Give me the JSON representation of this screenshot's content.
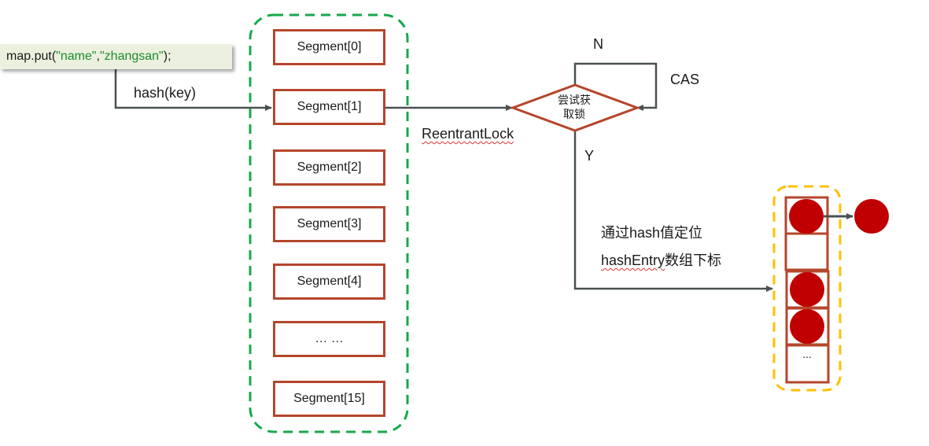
{
  "code": {
    "prefix": "map.put(",
    "arg1": "\"name\"",
    "comma": ",",
    "arg2": "\"zhangsan\"",
    "suffix": ");"
  },
  "labels": {
    "hash_key": "hash(key)",
    "reentrant_lock": "ReentrantLock",
    "n": "N",
    "y": "Y",
    "cas": "CAS",
    "locate_line1": "通过hash值定位",
    "locate_line2_a": "hashEntry",
    "locate_line2_b": "数组下标"
  },
  "decision": {
    "line1": "尝试获",
    "line2": "取锁"
  },
  "segments": [
    {
      "label": "Segment[0]"
    },
    {
      "label": "Segment[1]"
    },
    {
      "label": "Segment[2]"
    },
    {
      "label": "Segment[3]"
    },
    {
      "label": "Segment[4]"
    },
    {
      "label": "… …"
    },
    {
      "label": "Segment[15]"
    }
  ],
  "hash_entry_array": {
    "cells": [
      {
        "has_entry": true,
        "has_chain": true
      },
      {
        "has_entry": false
      },
      {
        "has_entry": true
      },
      {
        "has_entry": true
      },
      {
        "label": "..."
      }
    ]
  },
  "colors": {
    "segment_border": "#b5462b",
    "segment_group": "#17a84b",
    "entry_group": "#ffc000",
    "node_fill": "#c00000",
    "arrow": "#4a5150",
    "code_bg": "#ebf1de",
    "string_literal": "#1e8a2e"
  }
}
